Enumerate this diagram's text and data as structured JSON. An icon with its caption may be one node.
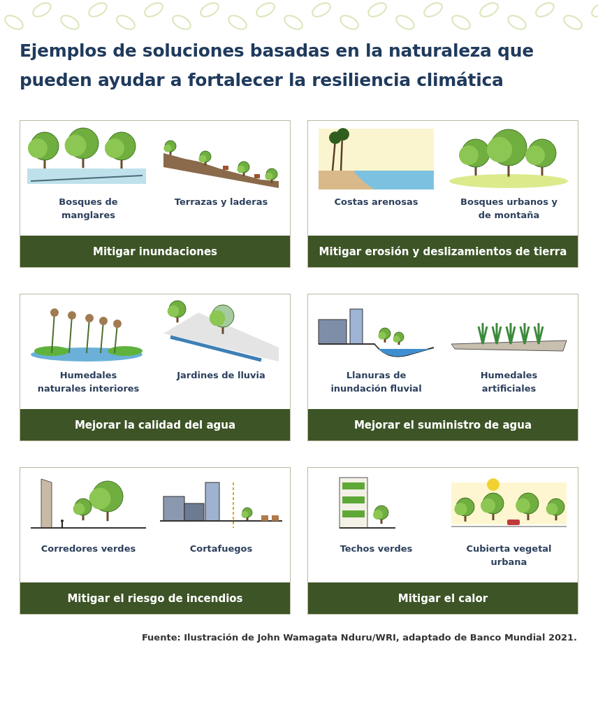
{
  "diagram": {
    "title": "Ejemplos de soluciones basadas en la naturaleza que pueden ayudar a fortalecer la resiliencia climática",
    "nodes": [
      {
        "text": [
          "Mitigar inundaciones"
        ]
      },
      {
        "text": [
          "Bosques de manglares"
        ],
        "in": 0
      },
      {
        "text": [
          "Terrazas y laderas"
        ],
        "in": 0
      },
      {
        "text": [
          "Mitigar erosión y deslizamientos de tierra"
        ]
      },
      {
        "text": [
          "Costas arenosas"
        ],
        "in": 3
      },
      {
        "text": [
          "Bosques urbanos y de montaña"
        ],
        "in": 3
      },
      {
        "text": [
          "Mejorar la calidad del agua"
        ]
      },
      {
        "text": [
          "Humedales naturales interiores"
        ],
        "in": 6
      },
      {
        "text": [
          "Jardines de lluvia"
        ],
        "in": 6
      },
      {
        "text": [
          "Mejorar el suministro de agua"
        ]
      },
      {
        "text": [
          "Llanuras de inundación fluvial"
        ],
        "in": 9
      },
      {
        "text": [
          "Humedales artificiales"
        ],
        "in": 9
      },
      {
        "text": [
          "Mitigar el riesgo de incendios"
        ]
      },
      {
        "text": [
          "Corredores verdes"
        ],
        "in": 12
      },
      {
        "text": [
          "Cortafuegos"
        ],
        "in": 12
      },
      {
        "text": [
          "Mitigar el calor"
        ]
      },
      {
        "text": [
          "Techos verdes"
        ],
        "in": 15
      },
      {
        "text": [
          "Cubierta vegetal urbana"
        ],
        "in": 15
      }
    ],
    "labels": [
      "Fuente: Ilustración de John Wamagata Nduru/WRI,  adaptado de Banco Mundial 2021."
    ]
  }
}
